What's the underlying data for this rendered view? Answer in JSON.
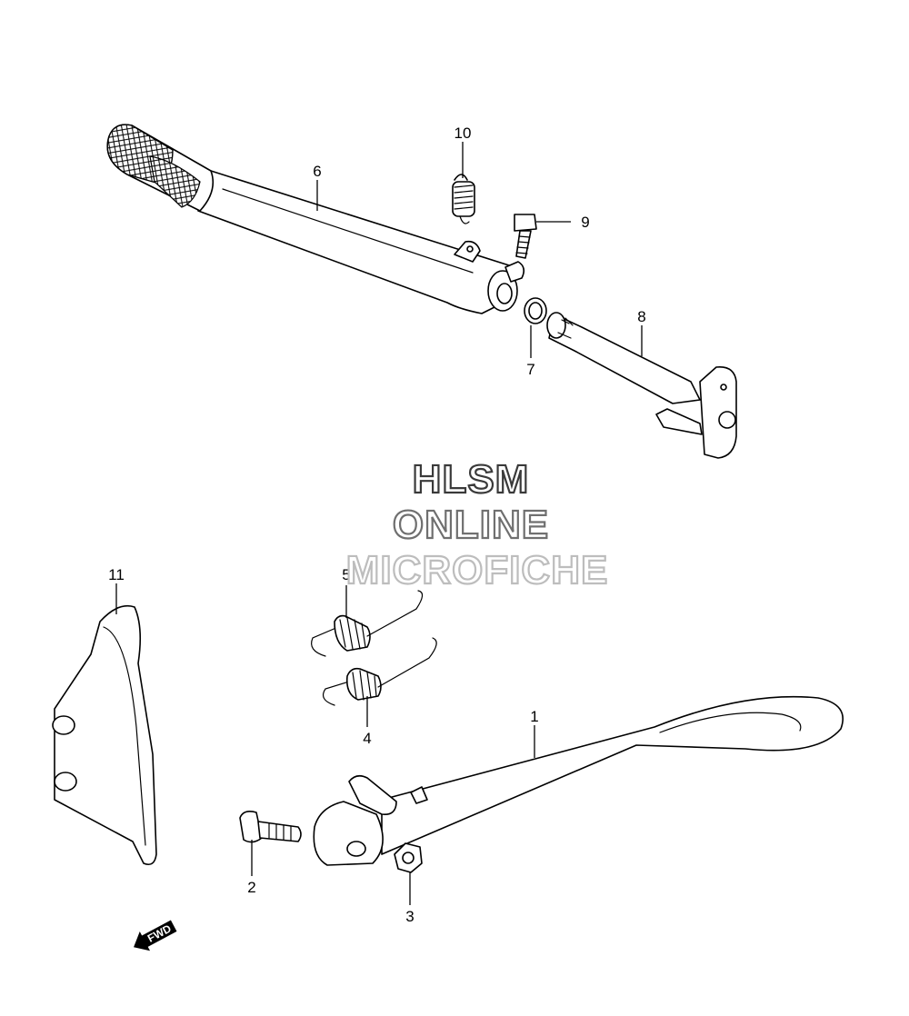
{
  "watermark": {
    "line1": "HLSM",
    "line2": "ONLINE",
    "line3": "MICROFICHE",
    "colors": [
      "#3a3a3a",
      "#6f6f6f",
      "#bdbdbd"
    ]
  },
  "callouts": [
    {
      "id": "part-1",
      "label": "1"
    },
    {
      "id": "part-2",
      "label": "2"
    },
    {
      "id": "part-3",
      "label": "3"
    },
    {
      "id": "part-4",
      "label": "4"
    },
    {
      "id": "part-5",
      "label": "5"
    },
    {
      "id": "part-6",
      "label": "6"
    },
    {
      "id": "part-7",
      "label": "7"
    },
    {
      "id": "part-8",
      "label": "8"
    },
    {
      "id": "part-9",
      "label": "9"
    },
    {
      "id": "part-10",
      "label": "10"
    },
    {
      "id": "part-11",
      "label": "11"
    }
  ],
  "fwd_arrow": {
    "label": "FWD",
    "icon": "fwd-arrow-icon"
  }
}
